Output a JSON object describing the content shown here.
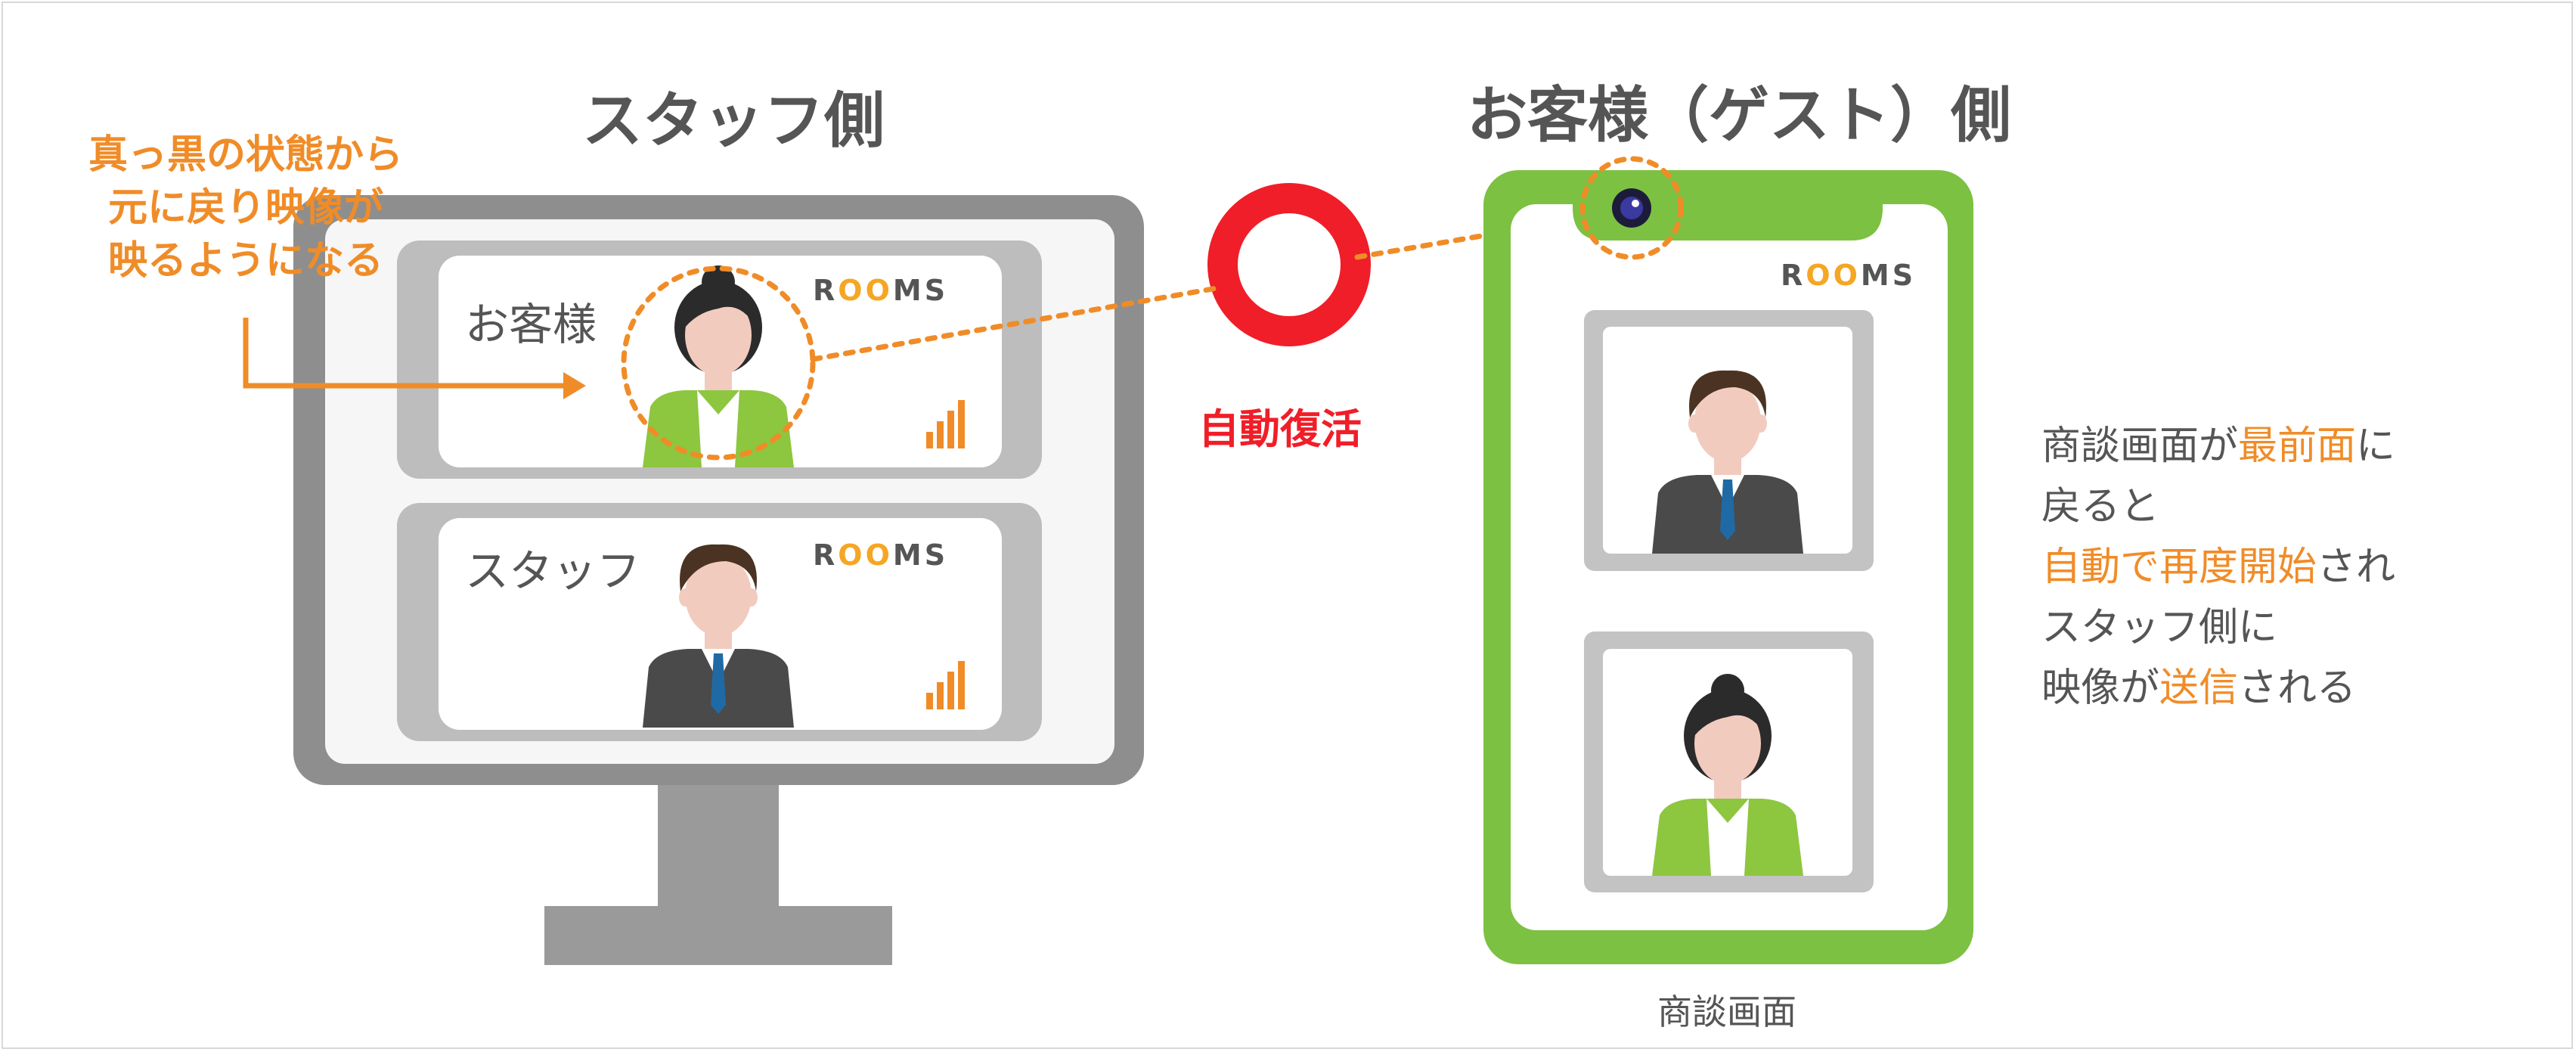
{
  "staff_side": {
    "heading": "スタッフ側",
    "note_lines": [
      "真っ黒の状態から",
      "元に戻り映像が",
      "映るようになる"
    ],
    "cards": [
      {
        "label": "お客様",
        "logo": "ROOMS"
      },
      {
        "label": "スタッフ",
        "logo": "ROOMS"
      }
    ]
  },
  "middle": {
    "label": "自動復活"
  },
  "guest_side": {
    "heading": "お客様（ゲスト）側",
    "logo": "ROOMS",
    "caption": "商談画面"
  },
  "description": {
    "line1": {
      "a": "商談画面が",
      "b": "最前面",
      "c": "に"
    },
    "line2": "戻ると",
    "line3": {
      "a": "自動で再度開始",
      "b": "され"
    },
    "line4": "スタッフ側に",
    "line5": {
      "a": "映像が",
      "b": "送信",
      "c": "される"
    }
  },
  "colors": {
    "orange": "#f08c28",
    "red": "#f01e28",
    "green": "#7cc142",
    "gray_dark": "#555555",
    "gray_bezel": "#8e8e8e"
  }
}
